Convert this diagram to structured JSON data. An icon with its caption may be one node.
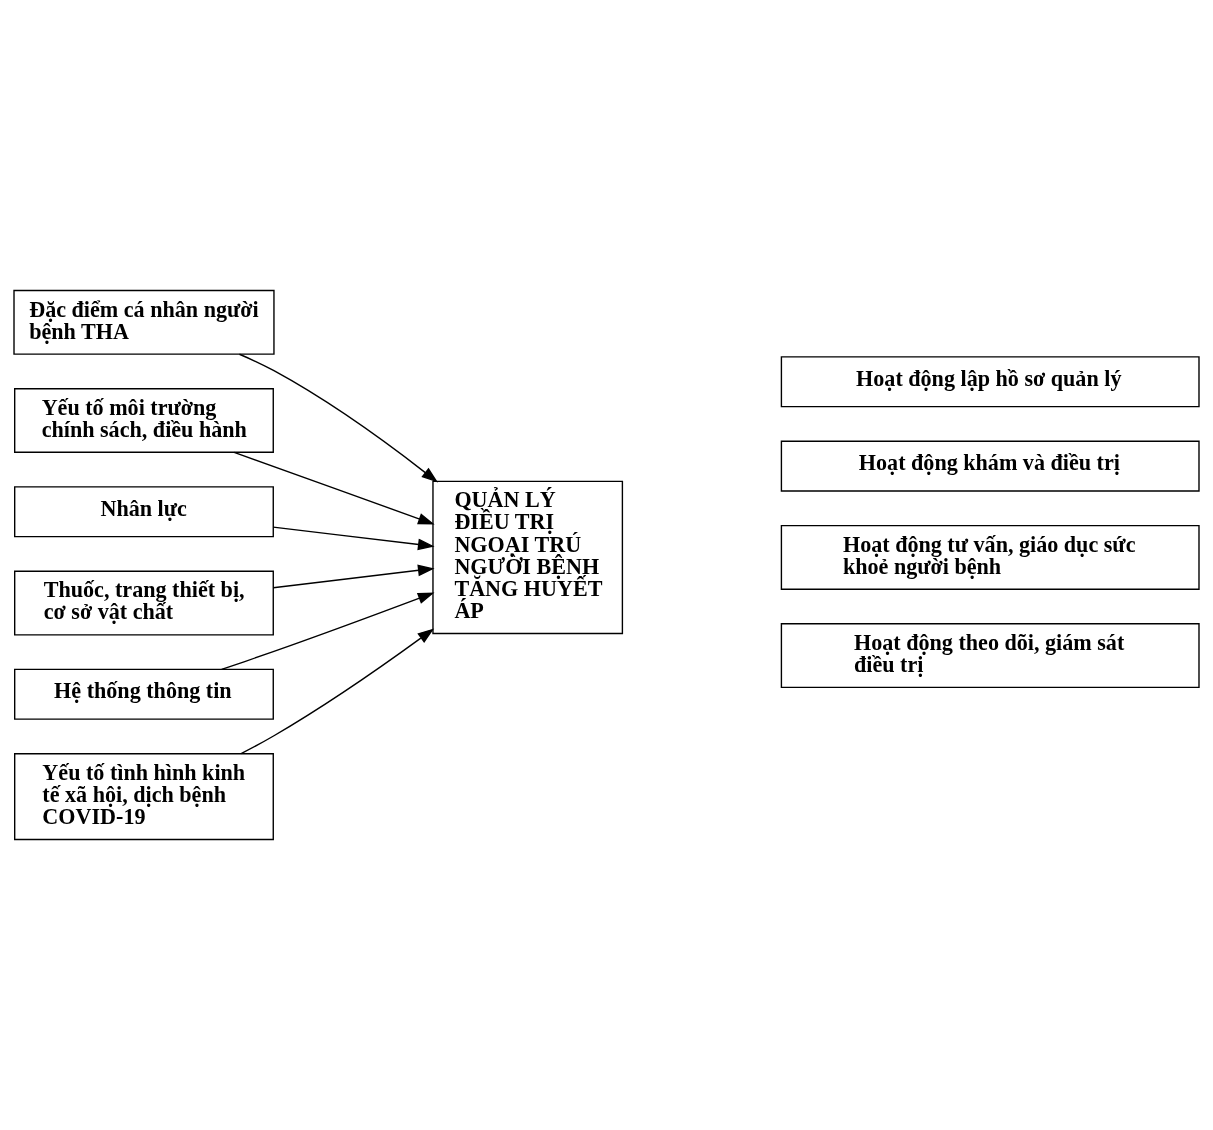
{
  "diagram": {
    "nodes": [
      {
        "text": [
          "Đặc điểm cá nhân người bệnh THA"
        ]
      },
      {
        "text": [
          "Yếu tố môi trường chính sách, điều hành"
        ]
      },
      {
        "text": [
          "Nhân lực"
        ]
      },
      {
        "text": [
          "Thuốc, trang thiết bị, cơ sở vật chất"
        ]
      },
      {
        "text": [
          "Hệ thống thông tin"
        ]
      },
      {
        "text": [
          "Yếu tố tình hình kinh tế xã hội, dịch bệnh COVID-19"
        ]
      },
      {
        "text": [
          "QUẢN LÝ ĐIỀU TRỊ NGOẠI TRÚ NGƯỜI BỆNH TĂNG HUYẾT ÁP"
        ]
      },
      {
        "text": [
          "Hoạt động lập hồ sơ quản lý"
        ]
      },
      {
        "text": [
          "Hoạt động khám và điều trị"
        ]
      },
      {
        "text": [
          "Hoạt động tư vấn, giáo dục sức khoẻ người bệnh"
        ]
      },
      {
        "text": [
          "Hoạt động theo dõi, giám sát điều trị"
        ]
      }
    ],
    "edges": [
      {
        "from": 0,
        "to": 6,
        "arrow": "to"
      },
      {
        "from": 1,
        "to": 6,
        "arrow": "to"
      },
      {
        "from": 2,
        "to": 6,
        "arrow": "to"
      },
      {
        "from": 3,
        "to": 6,
        "arrow": "to"
      },
      {
        "from": 4,
        "to": 6,
        "arrow": "to"
      },
      {
        "from": 5,
        "to": 6,
        "arrow": "to"
      }
    ]
  }
}
